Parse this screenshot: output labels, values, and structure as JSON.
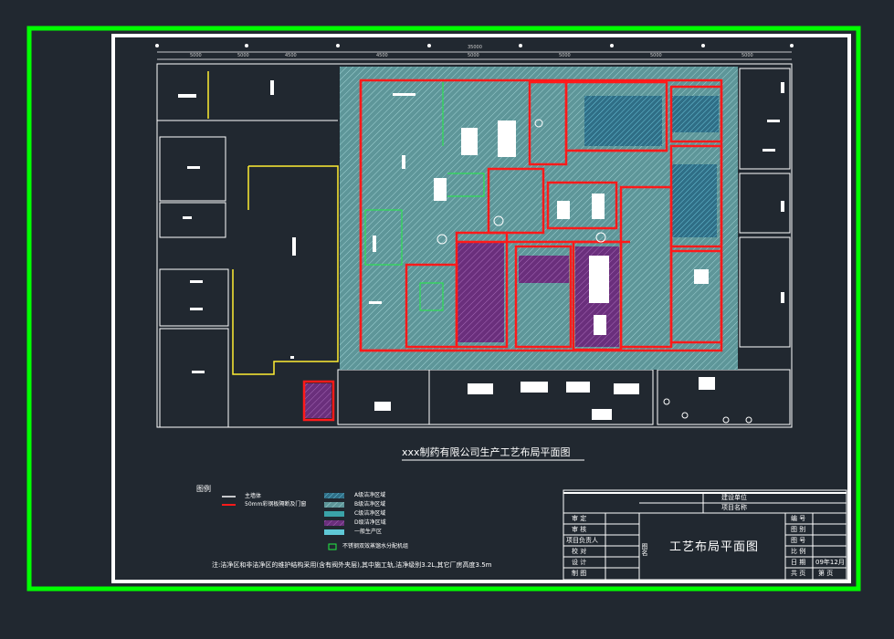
{
  "drawing": {
    "title": "xxx制药有限公司生产工艺布局平面图",
    "note": "注:洁净区和非洁净区的维护结构采用(含有阀外夹层),其中施工轨,洁净级别3.2L,其它厂房高度3.5m"
  },
  "legend": {
    "heading": "图例",
    "items": [
      "主墙体",
      "50mm彩钢板隔断及门窗",
      "A级洁净区域",
      "B级洁净区域",
      "C级洁净区域",
      "D级洁净区域",
      "一般生产区",
      "不锈钢双效蒸馏水分配机组"
    ]
  },
  "title_block": {
    "left_labels": [
      "审 定",
      "审 核",
      "项目负责人",
      "校 对",
      "设 计",
      "制 图"
    ],
    "top_labels": [
      "建设单位",
      "项目名称"
    ],
    "center_label": "图名",
    "drawing_name": "工艺布局平面图",
    "right_labels": [
      "编 号",
      "图 别",
      "图 号",
      "比 例",
      "日 期",
      "共 页"
    ],
    "right_values": [
      "",
      "",
      "",
      "",
      "09年12月",
      "第 页"
    ]
  },
  "dimensions": [
    "5000",
    "4500",
    "4500",
    "5000",
    "5000",
    "5000",
    "5000",
    "5000",
    "35000"
  ],
  "colors": {
    "border": "#00ff00",
    "background": "#212830",
    "wall_red": "#ff1a1a",
    "clean_fill": "#6fa3a6",
    "purple_fill": "#7b3b8c",
    "yellow": "#ffee33"
  }
}
